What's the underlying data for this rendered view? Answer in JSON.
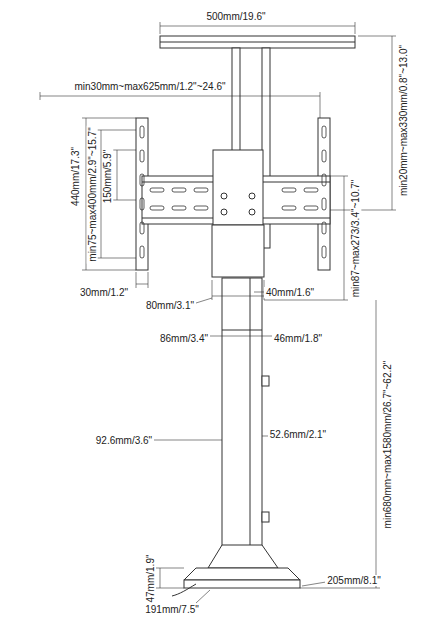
{
  "diagram": {
    "labels": [
      "500mm/19.6\"",
      "min20mm~max330mm/0.8\"~13.0\"",
      "min30mm~max625mm/1.2\"~24.6\"",
      "440mm/17.3\"",
      "min75~max400mm/2.9\"~15.7\"",
      "150mm/5.9\"",
      "min87~max273/3.4\"~10.7\"",
      "30mm/1.2\"",
      "80mm/3.1\"",
      "40mm/1.6\"",
      "86mm/3.4\"",
      "46mm/1.8\"",
      "92.6mm/3.6\"",
      "52.6mm/2.1\"",
      "min680mm~max1580mm/26.7\"~62.2\"",
      "47mm/1.9\"",
      "205mm/8.1\"",
      "191mm/7.5\""
    ]
  }
}
